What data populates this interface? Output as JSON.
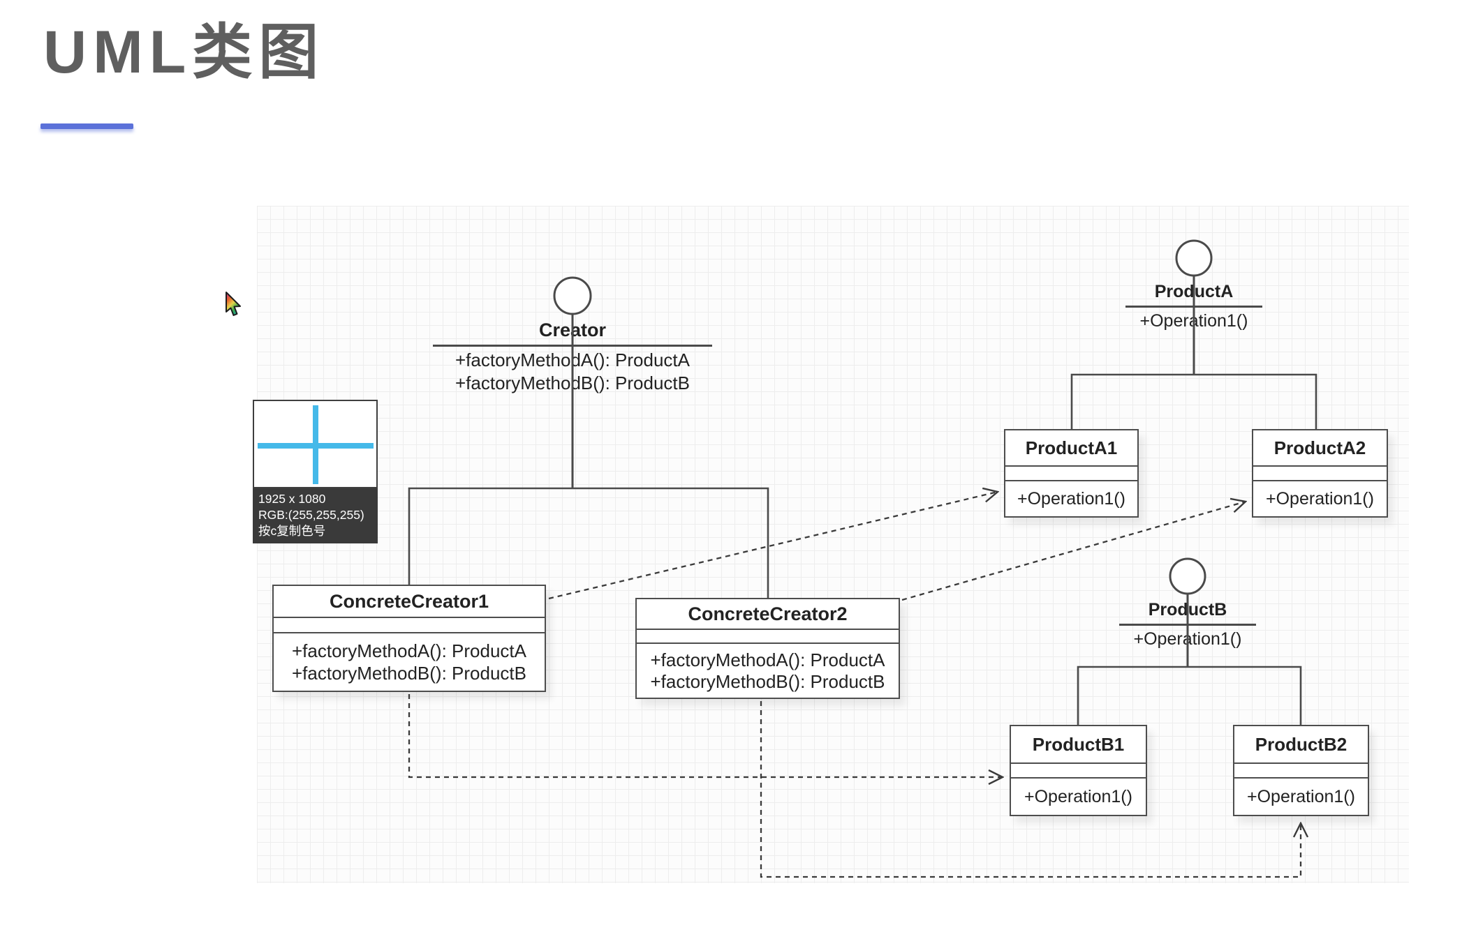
{
  "page": {
    "title": "UML类图"
  },
  "diagram": {
    "creator": {
      "name": "Creator",
      "methods": [
        "+factoryMethodA(): ProductA",
        "+factoryMethodB(): ProductB"
      ]
    },
    "concrete_creator_1": {
      "name": "ConcreteCreator1",
      "methods": [
        "+factoryMethodA(): ProductA",
        "+factoryMethodB(): ProductB"
      ]
    },
    "concrete_creator_2": {
      "name": "ConcreteCreator2",
      "methods": [
        "+factoryMethodA(): ProductA",
        "+factoryMethodB(): ProductB"
      ]
    },
    "product_a": {
      "name": "ProductA",
      "methods": [
        "+Operation1()"
      ]
    },
    "product_a1": {
      "name": "ProductA1",
      "methods": [
        "+Operation1()"
      ]
    },
    "product_a2": {
      "name": "ProductA2",
      "methods": [
        "+Operation1()"
      ]
    },
    "product_b": {
      "name": "ProductB",
      "methods": [
        "+Operation1()"
      ]
    },
    "product_b1": {
      "name": "ProductB1",
      "methods": [
        "+Operation1()"
      ]
    },
    "product_b2": {
      "name": "ProductB2",
      "methods": [
        "+Operation1()"
      ]
    }
  },
  "picker_overlay": {
    "dimensions": "1925 x 1080",
    "rgb": "RGB:(255,255,255)",
    "hint": "按c复制色号"
  },
  "colors": {
    "title_text": "#5f5f5f",
    "accent_underline": "#5b71d9",
    "diagram_line": "#4a4a4a",
    "crosshair_blue": "#45b9e9",
    "panel_bg": "#3a3a3a"
  }
}
